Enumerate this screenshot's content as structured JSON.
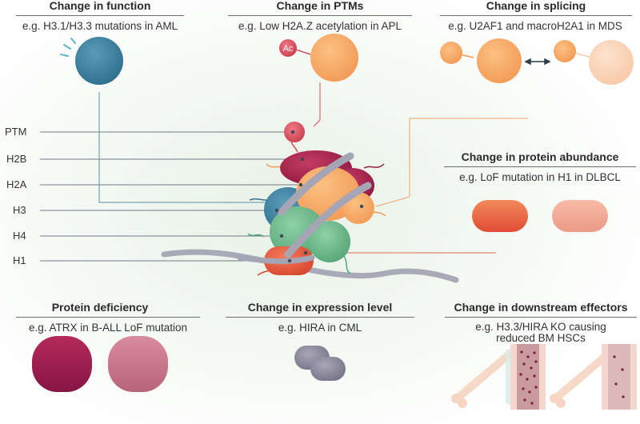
{
  "panels": {
    "function": {
      "title": "Change in function",
      "subtitle": "e.g. H3.1/H3.3 mutations in AML"
    },
    "ptms": {
      "title": "Change in PTMs",
      "subtitle": "e.g. Low H2A.Z acetylation in APL",
      "ac_label": "Ac"
    },
    "splicing": {
      "title": "Change in splicing",
      "subtitle": "e.g. U2AF1 and macroH2A1 in MDS"
    },
    "abundance": {
      "title": "Change in protein abundance",
      "subtitle": "e.g. LoF mutation in H1 in DLBCL"
    },
    "deficiency": {
      "title": "Protein deficiency",
      "subtitle": "e.g. ATRX in B-ALL LoF mutation"
    },
    "expression": {
      "title": "Change in expression level",
      "subtitle": "e.g. HIRA in CML"
    },
    "effectors": {
      "title": "Change in downstream effectors",
      "subtitle_line1": "e.g. H3.3/HIRA KO causing",
      "subtitle_line2": "reduced BM HSCs"
    }
  },
  "histone_labels": [
    "PTM",
    "H2B",
    "H2A",
    "H3",
    "H4",
    "H1"
  ],
  "colors": {
    "h3": "#3a7fa0",
    "h2a": "#f6a866",
    "h2b": "#a3204a",
    "h4": "#6db88a",
    "h1": "#e0553c",
    "ptm": "#d94c5e",
    "dna": "#a5a5b5",
    "expression": "#8a8795"
  }
}
